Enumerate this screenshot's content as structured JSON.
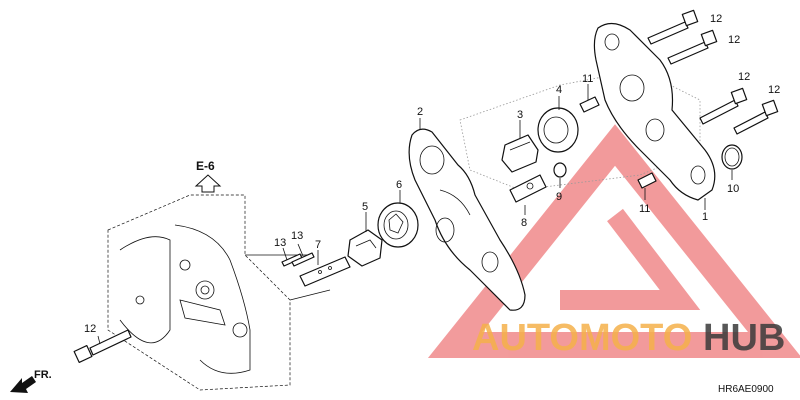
{
  "diagram": {
    "reference_label": "E-6",
    "front_label": "FR.",
    "diagram_code": "HR6AE0900",
    "watermark": {
      "part1": "AUTOMOTO",
      "part2": "HUB",
      "color1": "#f5b04a",
      "color2": "#3a3a3a",
      "logo_color": "#e8494a"
    },
    "callouts": {
      "c1": "1",
      "c2": "2",
      "c3": "3",
      "c4": "4",
      "c5": "5",
      "c6": "6",
      "c7": "7",
      "c8": "8",
      "c9": "9",
      "c10": "10",
      "c11a": "11",
      "c11b": "11",
      "c12a": "12",
      "c12b": "12",
      "c12c": "12",
      "c12d": "12",
      "c12e": "12",
      "c13a": "13",
      "c13b": "13"
    }
  }
}
